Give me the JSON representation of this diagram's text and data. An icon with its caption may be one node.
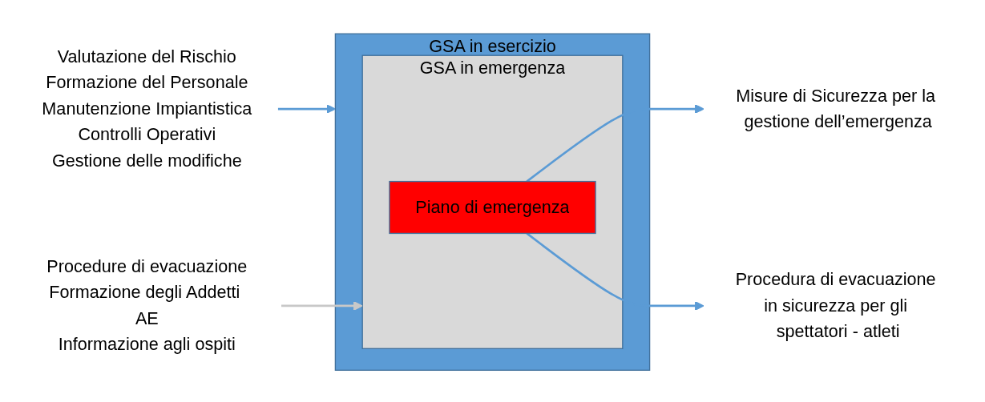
{
  "diagram": {
    "nodes": [
      {
        "text": [
          "GSA in esercizio"
        ]
      },
      {
        "text": [
          "GSA in emergenza"
        ],
        "in": 0
      },
      {
        "text": [
          "Piano di emergenza"
        ],
        "in": 1
      },
      {
        "text": [
          "Valutazione del Rischio",
          "Formazione del Personale",
          "Manutenzione Impiantistica",
          "Controlli Operativi",
          "Gestione delle modifiche"
        ]
      },
      {
        "text": [
          "Procedure di evacuazione",
          "Formazione degli Addetti AE",
          "Informazione agli ospiti"
        ]
      },
      {
        "text": [
          "Misure di Sicurezza per la gestione dell’emergenza"
        ]
      },
      {
        "text": [
          "Procedura di evacuazione in sicurezza per gli spettatori - atleti"
        ]
      }
    ],
    "edges": [
      {
        "from": 3,
        "to": 0,
        "arrow": "to"
      },
      {
        "from": 4,
        "to": 1,
        "arrow": "to",
        "color": "#c8c8c8"
      },
      {
        "from": 2,
        "to": 5,
        "arrow": "to"
      },
      {
        "from": 2,
        "to": 6,
        "arrow": "to"
      }
    ]
  }
}
